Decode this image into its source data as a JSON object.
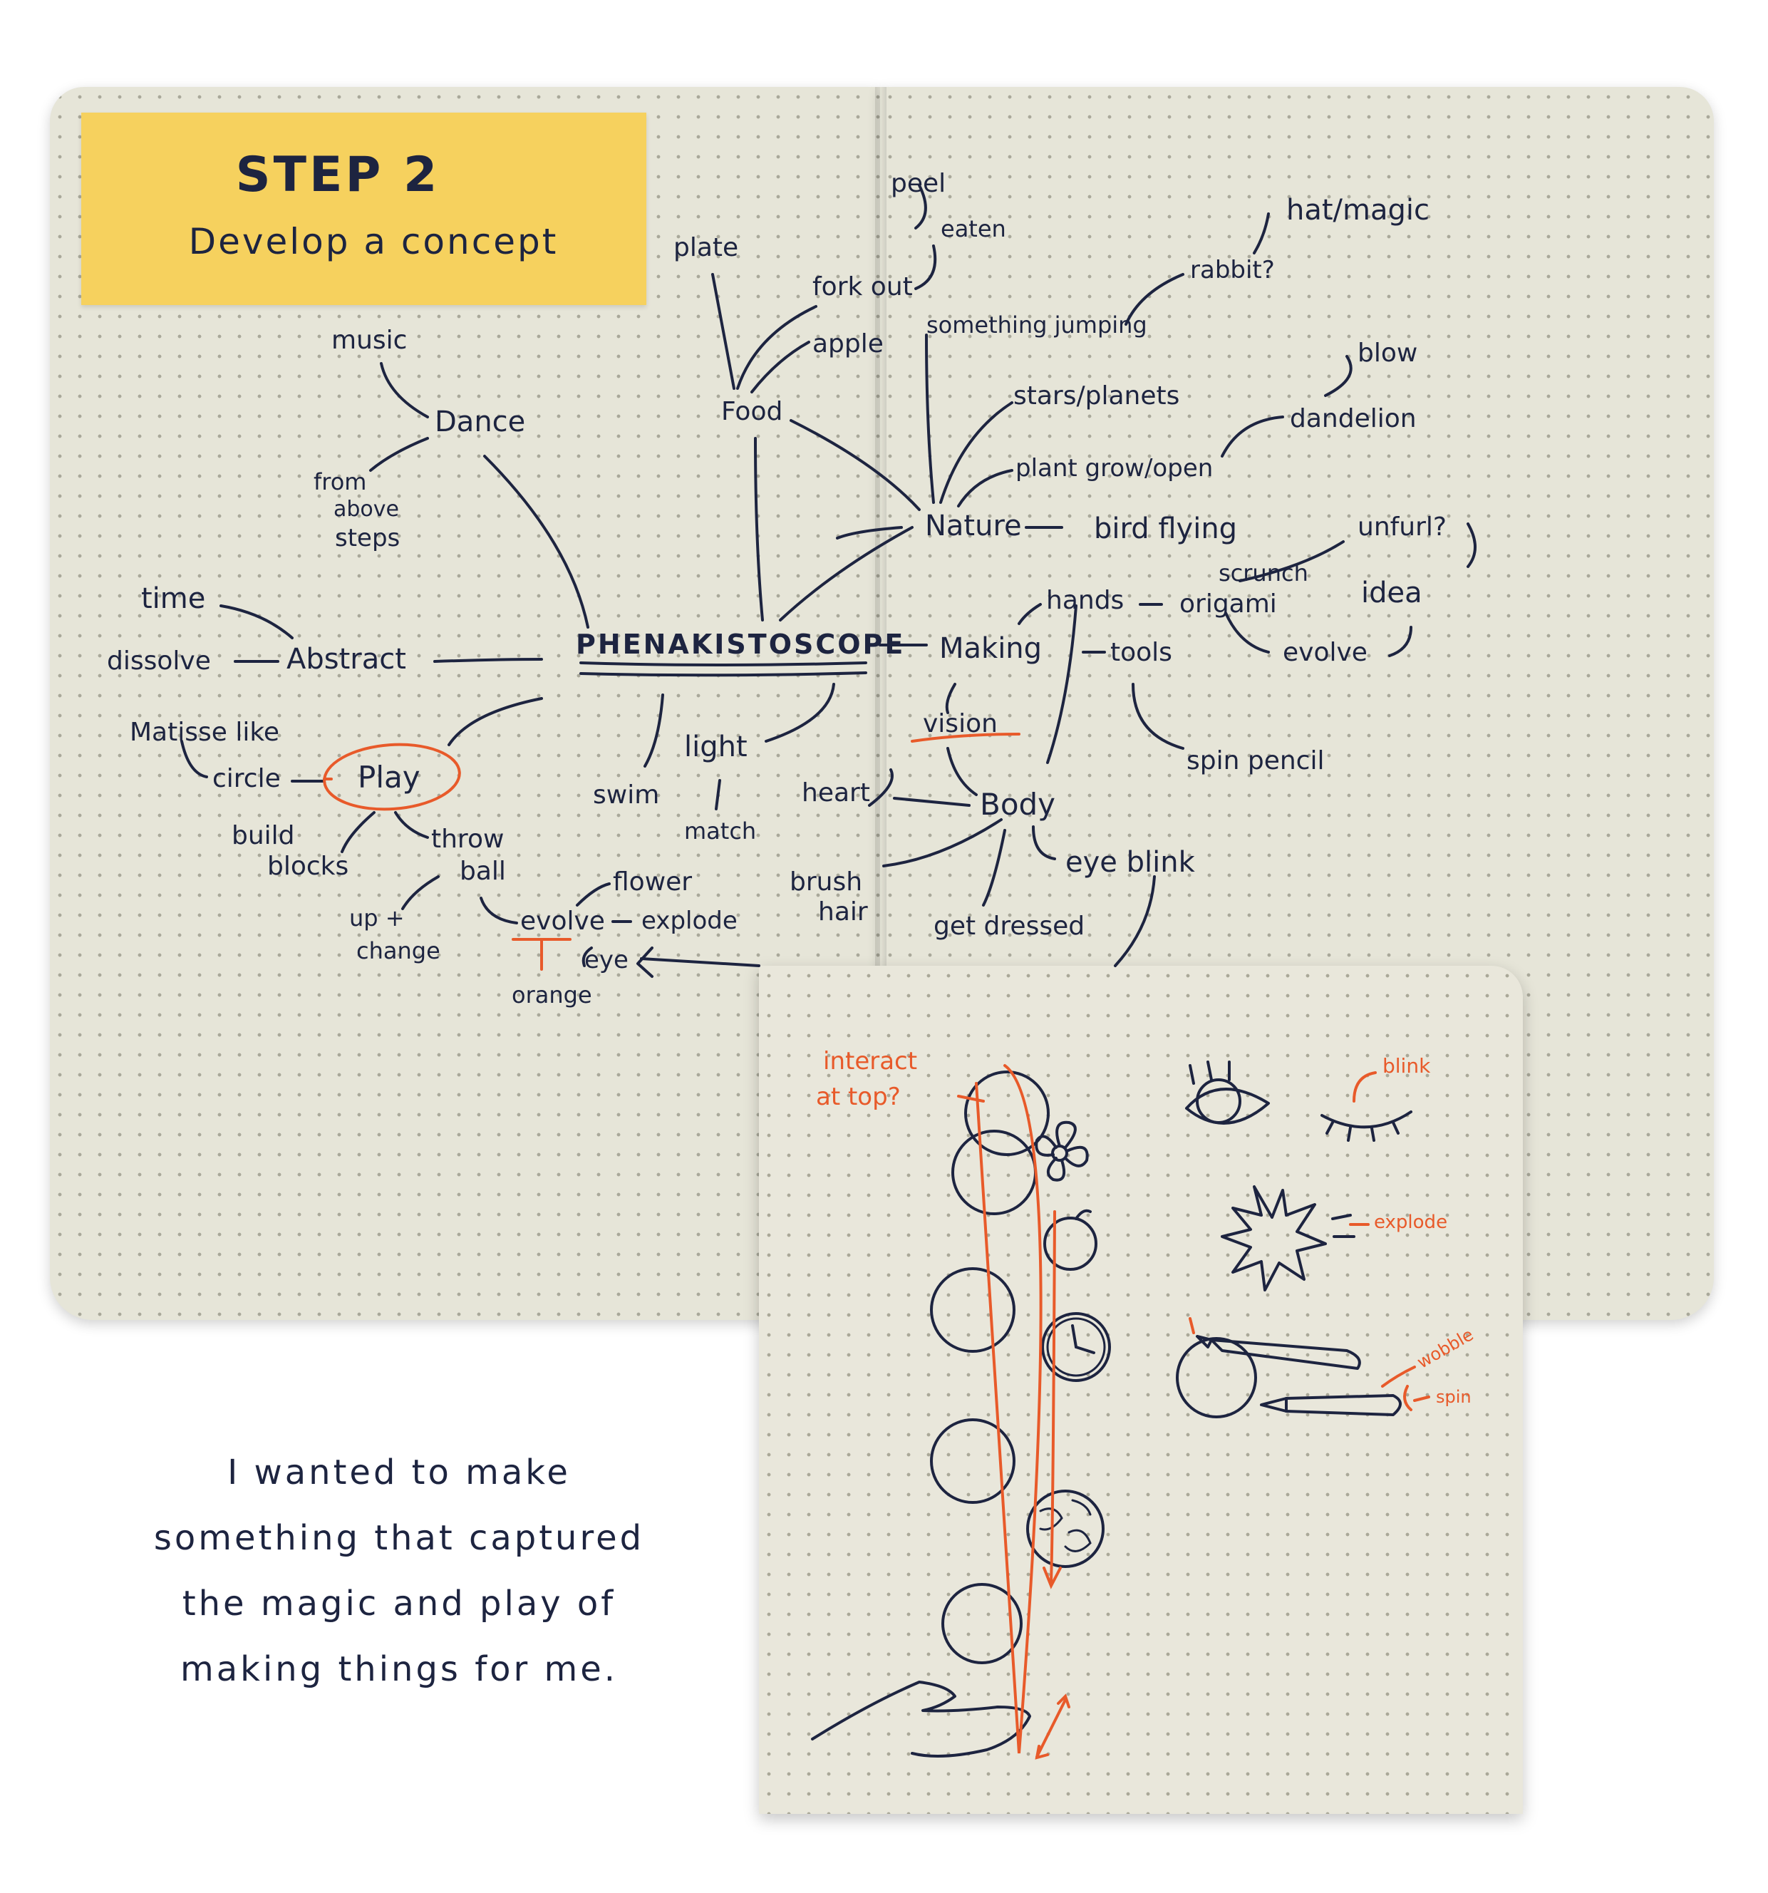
{
  "sticky": {
    "title": "STEP 2",
    "subtitle": "Develop a concept"
  },
  "mindmap": {
    "center": "PHENAKISTOSCOPE",
    "labels": [
      {
        "id": "music",
        "text": "music"
      },
      {
        "id": "dance",
        "text": "Dance"
      },
      {
        "id": "from",
        "text": "from"
      },
      {
        "id": "above",
        "text": "above"
      },
      {
        "id": "steps",
        "text": "steps"
      },
      {
        "id": "time",
        "text": "time"
      },
      {
        "id": "dissolve",
        "text": "dissolve"
      },
      {
        "id": "abstract",
        "text": "Abstract"
      },
      {
        "id": "matisse",
        "text": "Matisse like"
      },
      {
        "id": "circle",
        "text": "circle"
      },
      {
        "id": "play",
        "text": "Play"
      },
      {
        "id": "build",
        "text": "build"
      },
      {
        "id": "blocks",
        "text": "blocks"
      },
      {
        "id": "throw",
        "text": "throw"
      },
      {
        "id": "ball",
        "text": "ball"
      },
      {
        "id": "upchange1",
        "text": "up +"
      },
      {
        "id": "upchange2",
        "text": "change"
      },
      {
        "id": "flower",
        "text": "flower"
      },
      {
        "id": "evolve1",
        "text": "evolve"
      },
      {
        "id": "explode",
        "text": "explode"
      },
      {
        "id": "eye",
        "text": "eye"
      },
      {
        "id": "orange",
        "text": "orange"
      },
      {
        "id": "swim",
        "text": "swim"
      },
      {
        "id": "light",
        "text": "light"
      },
      {
        "id": "match",
        "text": "match"
      },
      {
        "id": "plate",
        "text": "plate"
      },
      {
        "id": "fork",
        "text": "fork out"
      },
      {
        "id": "apple",
        "text": "apple"
      },
      {
        "id": "food",
        "text": "Food"
      },
      {
        "id": "peel",
        "text": "peel"
      },
      {
        "id": "eaten",
        "text": "eaten"
      },
      {
        "id": "jumping",
        "text": "something jumping"
      },
      {
        "id": "rabbit",
        "text": "rabbit?"
      },
      {
        "id": "hat",
        "text": "hat/magic"
      },
      {
        "id": "stars",
        "text": "stars/planets"
      },
      {
        "id": "blow",
        "text": "blow"
      },
      {
        "id": "dandelion",
        "text": "dandelion"
      },
      {
        "id": "plant",
        "text": "plant grow/open"
      },
      {
        "id": "nature",
        "text": "Nature"
      },
      {
        "id": "bird",
        "text": "bird flying"
      },
      {
        "id": "unfurl",
        "text": "unfurl?"
      },
      {
        "id": "scrunch",
        "text": "scrunch"
      },
      {
        "id": "hands",
        "text": "hands"
      },
      {
        "id": "origami",
        "text": "origami"
      },
      {
        "id": "idea",
        "text": "idea"
      },
      {
        "id": "evolve2",
        "text": "evolve"
      },
      {
        "id": "making",
        "text": "Making"
      },
      {
        "id": "tools",
        "text": "tools"
      },
      {
        "id": "vision",
        "text": "vision"
      },
      {
        "id": "spin_pencil",
        "text": "spin pencil"
      },
      {
        "id": "heart",
        "text": "heart"
      },
      {
        "id": "body",
        "text": "Body"
      },
      {
        "id": "eye_blink",
        "text": "eye blink"
      },
      {
        "id": "brush",
        "text": "brush"
      },
      {
        "id": "hair",
        "text": "hair"
      },
      {
        "id": "dressed",
        "text": "get dressed"
      }
    ]
  },
  "sketch": {
    "labels": [
      {
        "id": "interact",
        "text": "interact"
      },
      {
        "id": "attop",
        "text": "at top?"
      },
      {
        "id": "blink",
        "text": "blink"
      },
      {
        "id": "explode2",
        "text": "explode"
      },
      {
        "id": "wobble",
        "text": "wobble"
      },
      {
        "id": "spin",
        "text": "spin"
      }
    ]
  },
  "caption": {
    "line1": "I wanted to make",
    "line2": "something that captured",
    "line3": "the magic and play of",
    "line4": "making things for me."
  },
  "colors": {
    "ink": "#1d2440",
    "accent_orange": "#e85a2a",
    "sticky_yellow": "#f6d15e",
    "paper": "#e6e5d8"
  }
}
